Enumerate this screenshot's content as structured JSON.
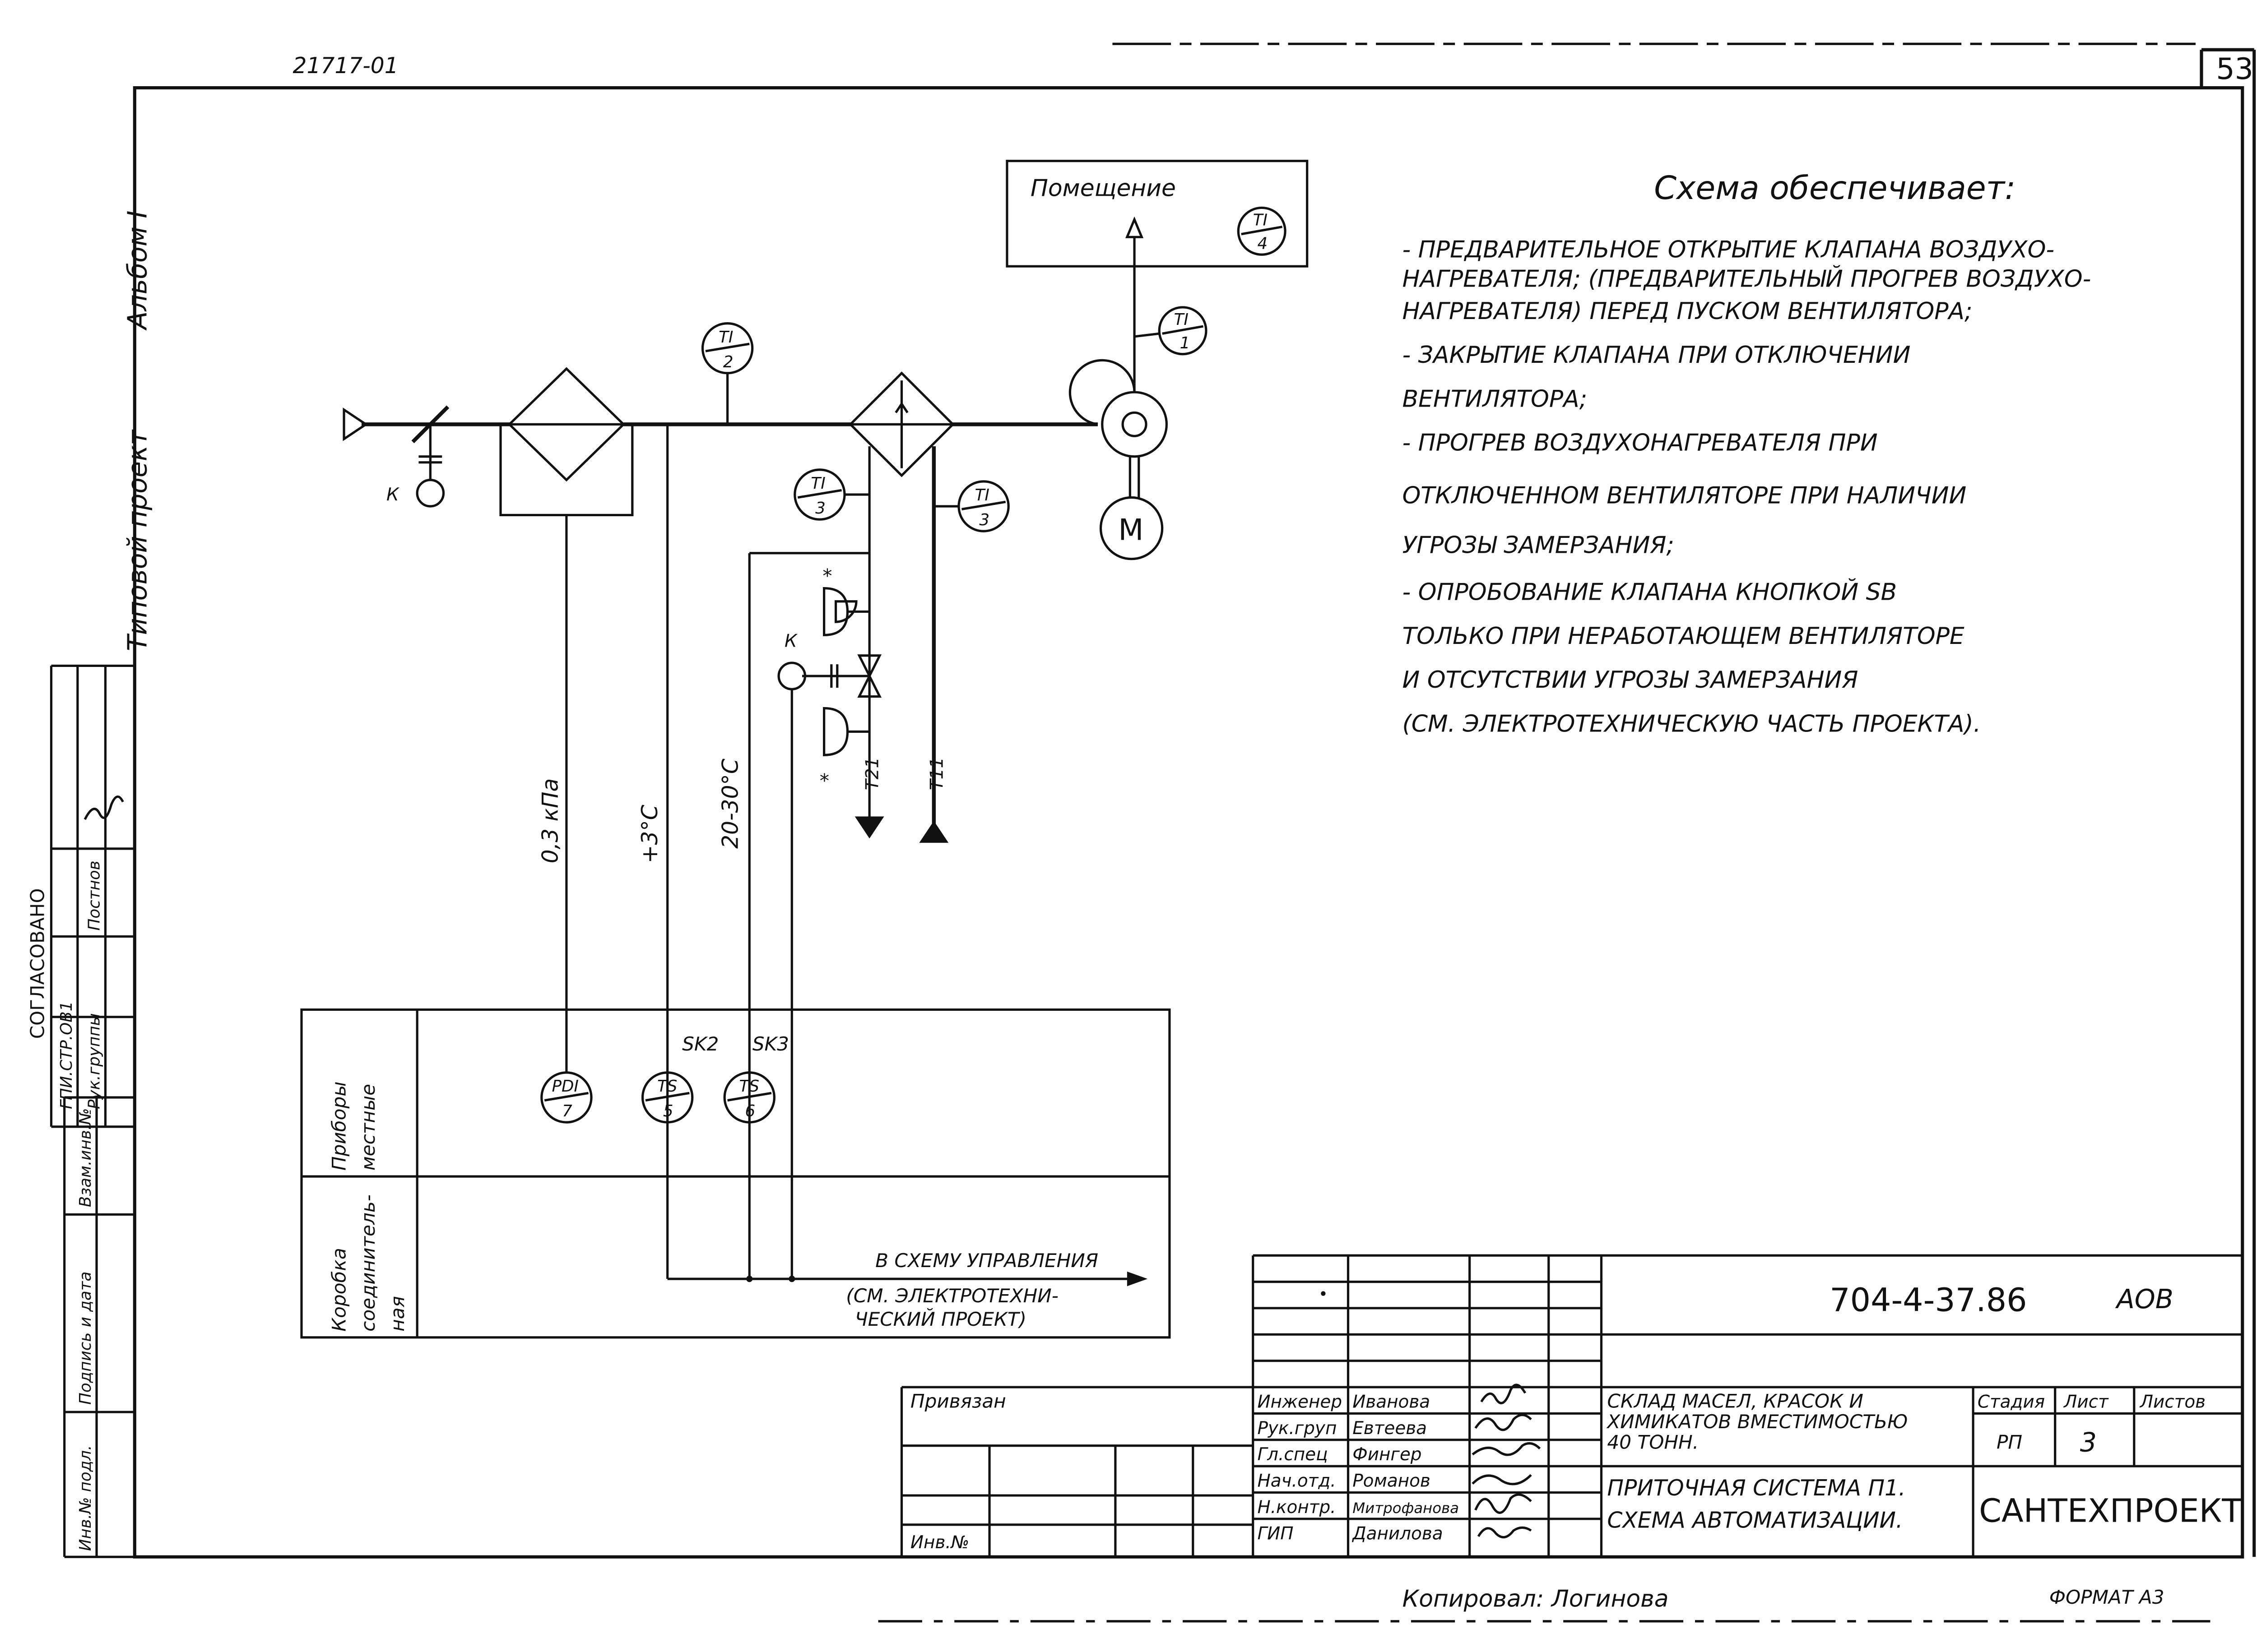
{
  "sheet": {
    "page_number": "53",
    "album_code": "21717-01",
    "side_title": "Типовой проект",
    "side_album": "Альбом I",
    "copied_by": "Копировал: Логинова",
    "format": "ФОРМАТ А3"
  },
  "approvals": {
    "title": "СОГЛАСОВАНО",
    "row1_label": "ГПИ.СТР.ОВ1",
    "row2_label": "Рук.группы",
    "row2_name": "Постнов"
  },
  "left_stamp": {
    "f1": "Взам.инв.№",
    "f2": "Подпись и дата",
    "f3": "Инв.№ подл."
  },
  "diagram": {
    "room": "Помещение",
    "sensors": {
      "t4": {
        "top": "TI",
        "bottom": "4"
      },
      "t2": {
        "top": "TI",
        "bottom": "2"
      },
      "t1": {
        "top": "TI",
        "bottom": "1"
      },
      "t3a": {
        "top": "TI",
        "bottom": "3"
      },
      "t3b": {
        "top": "TI",
        "bottom": "3"
      }
    },
    "motor": "M",
    "valve_label_1": "К",
    "valve_label_2": "К",
    "star_1": "*",
    "star_2": "*",
    "pipe_t21": "Т21",
    "pipe_t11": "Т11",
    "signal_1": "0,3 кПа",
    "signal_2": "+3°С",
    "signal_3": "20-30°С",
    "sk2": "SK2",
    "sk3": "SK3",
    "local_instruments": "Приборы местные",
    "junction_box": "Коробка соединительная",
    "instruments": [
      {
        "top": "PDI",
        "bottom": "7"
      },
      {
        "top": "TS",
        "bottom": "5"
      },
      {
        "top": "TS",
        "bottom": "6"
      }
    ],
    "to_control_1": "В СХЕМУ УПРАВЛЕНИЯ",
    "to_control_2": "(СМ. ЭЛЕКТРОТЕХНИ-",
    "to_control_3": "ЧЕСКИЙ ПРОЕКТ)"
  },
  "notes": {
    "title": "Схема обеспечивает:",
    "lines": [
      "- ПРЕДВАРИТЕЛЬНОЕ ОТКРЫТИЕ КЛАПАНА ВОЗДУХО-",
      "НАГРЕВАТЕЛЯ; (ПРЕДВАРИТЕЛЬНЫЙ ПРОГРЕВ ВОЗДУХО-",
      "НАГРЕВАТЕЛЯ) ПЕРЕД ПУСКОМ ВЕНТИЛЯТОРА;",
      "- ЗАКРЫТИЕ КЛАПАНА ПРИ ОТКЛЮЧЕНИИ",
      "ВЕНТИЛЯТОРА;",
      "- ПРОГРЕВ ВОЗДУХОНАГРЕВАТЕЛЯ ПРИ",
      "ОТКЛЮЧЕННОМ ВЕНТИЛЯТОРЕ ПРИ НАЛИЧИИ",
      "УГРОЗЫ ЗАМЕРЗАНИЯ;",
      "- ОПРОБОВАНИЕ КЛАПАНА КНОПКОЙ SB",
      "ТОЛЬКО ПРИ НЕРАБОТАЮЩЕМ ВЕНТИЛЯТОРЕ",
      "И ОТСУТСТВИИ УГРОЗЫ ЗАМЕРЗАНИЯ",
      "(СМ. ЭЛЕКТРОТЕХНИЧЕСКУЮ ЧАСТЬ ПРОЕКТА)."
    ]
  },
  "title_block": {
    "code": "704-4-37.86",
    "mark": "АОВ",
    "bound": "Привязан",
    "inv_no": "Инв.№",
    "roles": [
      "Инженер",
      "Рук.груп",
      "Гл.спец",
      "Нач.отд.",
      "Н.контр.",
      "ГИП"
    ],
    "names": [
      "Иванова",
      "Евтеева",
      "Фингер",
      "Романов",
      "Митрофанова",
      "Данилова"
    ],
    "object_line1": "СКЛАД МАСЕЛ, КРАСОК И",
    "object_line2": "ХИМИКАТОВ ВМЕСТИМОСТЬЮ",
    "object_line3": "40 ТОНН.",
    "sheet_title1": "ПРИТОЧНАЯ СИСТЕМА П1.",
    "sheet_title2": "СХЕМА АВТОМАТИЗАЦИИ.",
    "h_stage": "Стадия",
    "h_sheet": "Лист",
    "h_sheets": "Листов",
    "stage": "РП",
    "sheet_no": "3",
    "company": "САНТЕХПРОЕКТ"
  }
}
